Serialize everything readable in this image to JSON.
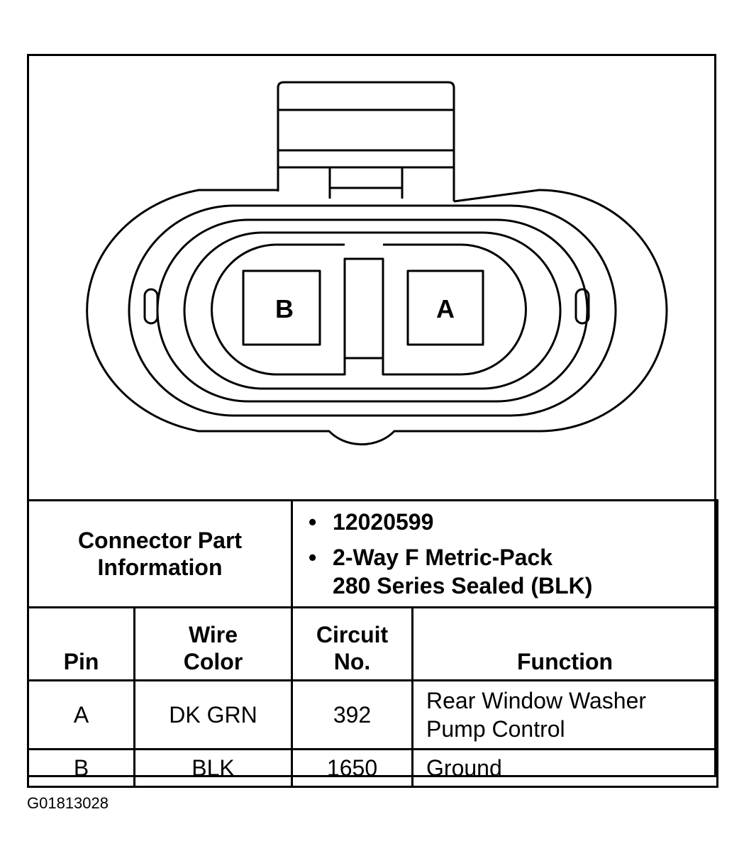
{
  "diagram": {
    "pin_labels": [
      "B",
      "A"
    ]
  },
  "connector_info": {
    "label_line1": "Connector Part",
    "label_line2": "Information",
    "part_number": "12020599",
    "description_line1": "2-Way F Metric-Pack",
    "description_line2": "280 Series Sealed (BLK)"
  },
  "table": {
    "headers": {
      "pin": "Pin",
      "wire_line1": "Wire",
      "wire_line2": "Color",
      "circuit_line1": "Circuit",
      "circuit_line2": "No.",
      "function": "Function"
    },
    "rows": [
      {
        "pin": "A",
        "wire_color": "DK GRN",
        "circuit": "392",
        "function_line1": "Rear Window Washer",
        "function_line2": "Pump Control"
      },
      {
        "pin": "B",
        "wire_color": "BLK",
        "circuit": "1650",
        "function_line1": "Ground",
        "function_line2": ""
      }
    ]
  },
  "figure_id": "G01813028"
}
